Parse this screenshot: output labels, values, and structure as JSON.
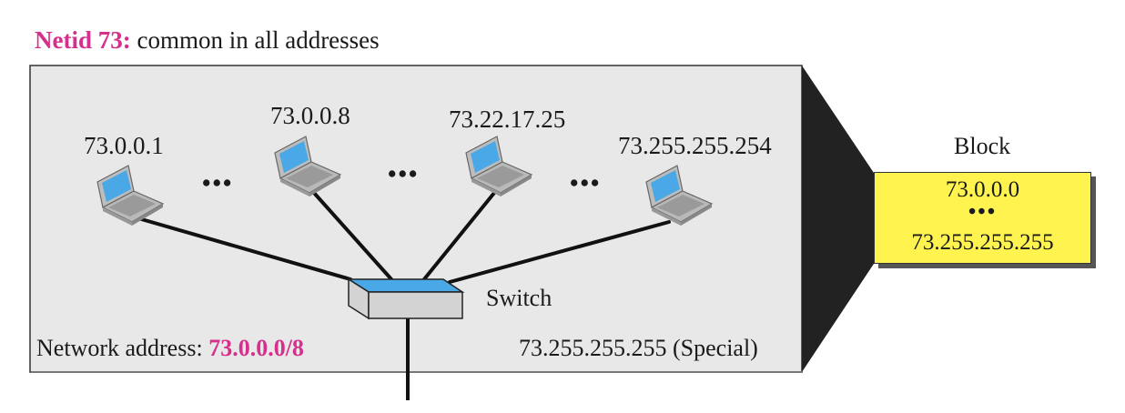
{
  "header": {
    "netid_label": "Netid 73:",
    "netid_caption": "common in all addresses"
  },
  "network": {
    "hosts": [
      {
        "address": "73.0.0.1"
      },
      {
        "address": "73.0.0.8"
      },
      {
        "address": "73.22.17.25"
      },
      {
        "address": "73.255.255.254"
      }
    ],
    "ellipsis": "•••",
    "switch_label": "Switch",
    "network_address_label": "Network address:",
    "network_address_value": "73.0.0.0/8",
    "special_address": "73.255.255.255 (Special)"
  },
  "block": {
    "label": "Block",
    "first_address": "73.0.0.0",
    "ellipsis": "•••",
    "last_address": "73.255.255.255"
  },
  "colors": {
    "accent": "#d62f8c",
    "network_bg": "#e8e8e8",
    "screen": "#4aa8e6",
    "block_bg": "#fff44f",
    "funnel": "#222222"
  }
}
